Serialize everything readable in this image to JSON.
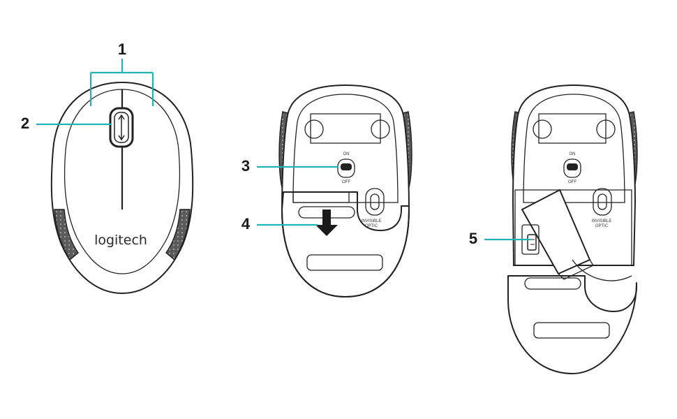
{
  "callouts": [
    {
      "id": 1,
      "label": "1"
    },
    {
      "id": 2,
      "label": "2"
    },
    {
      "id": 3,
      "label": "3"
    },
    {
      "id": 4,
      "label": "4"
    },
    {
      "id": 5,
      "label": "5"
    }
  ],
  "mouse_top": {
    "brand": "logitech"
  },
  "switch": {
    "on_label": "ON",
    "off_label": "OFF"
  },
  "sensor": {
    "label_line1": "INVISIBLE",
    "label_line2": "OPTIC"
  },
  "colors": {
    "leader": "#1fb3b8",
    "outline": "#222222"
  }
}
